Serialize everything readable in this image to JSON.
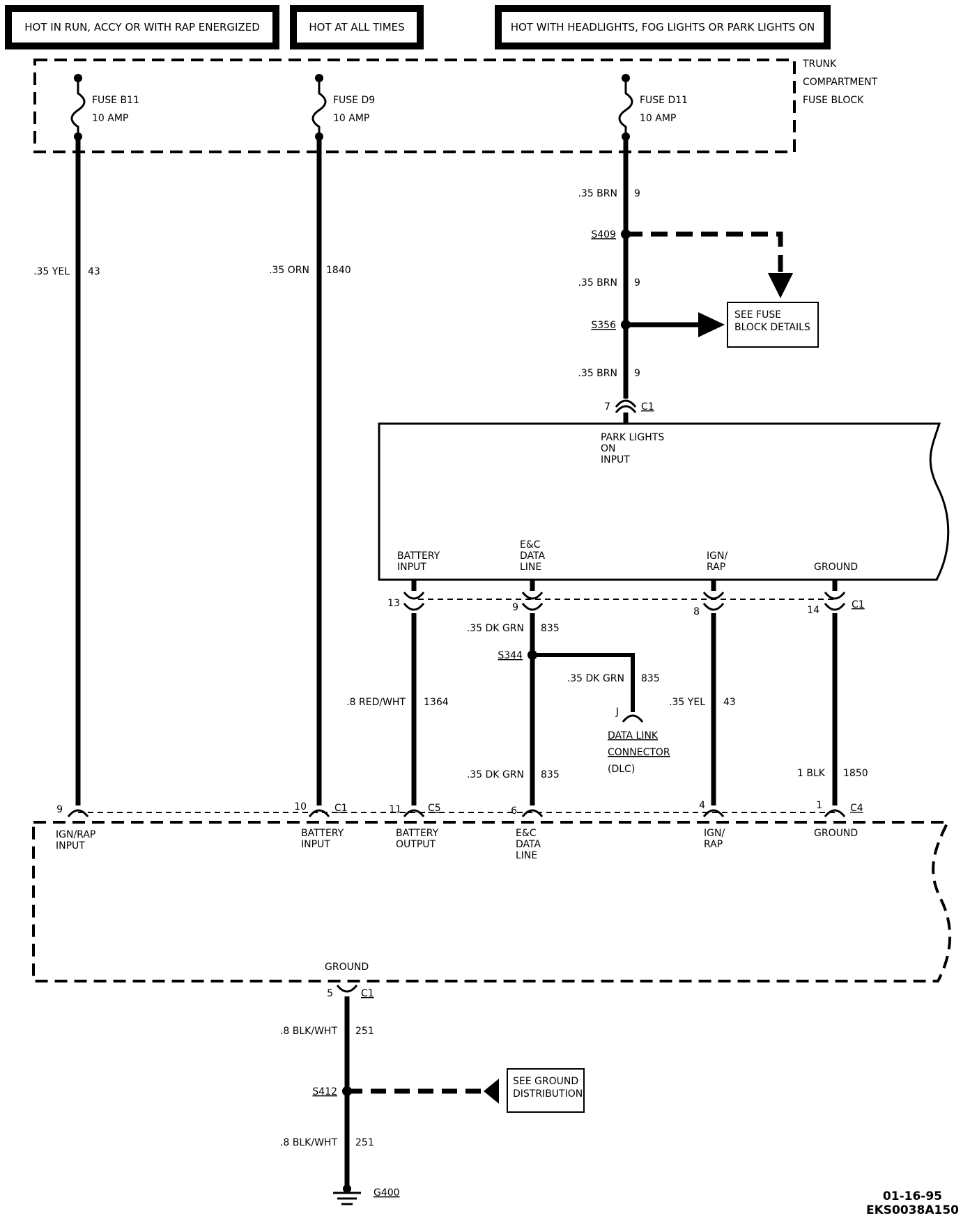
{
  "headers": {
    "ign_rap": "HOT IN RUN, ACCY OR WITH RAP ENERGIZED",
    "battery": "HOT AT ALL TIMES",
    "park": "HOT WITH HEADLIGHTS, FOG LIGHTS OR PARK LIGHTS ON"
  },
  "fuse_block": {
    "line1": "TRUNK",
    "line2": "COMPARTMENT",
    "line3": "FUSE BLOCK"
  },
  "fuses": [
    {
      "name": "FUSE B11",
      "rating": "10 AMP"
    },
    {
      "name": "FUSE D9",
      "rating": "10 AMP"
    },
    {
      "name": "FUSE D11",
      "rating": "10 AMP"
    }
  ],
  "wires": {
    "w1": {
      "gauge": ".35 YEL",
      "circuit": "43"
    },
    "w2": {
      "gauge": ".35 ORN",
      "circuit": "1840"
    },
    "brn_a": {
      "gauge": ".35 BRN",
      "circuit": "9"
    },
    "brn_b": {
      "gauge": ".35 BRN",
      "circuit": "9"
    },
    "brn_c": {
      "gauge": ".35 BRN",
      "circuit": "9"
    },
    "redwht": {
      "gauge": ".8 RED/WHT",
      "circuit": "1364"
    },
    "dkgrn_a": {
      "gauge": ".35 DK GRN",
      "circuit": "835"
    },
    "dkgrn_b": {
      "gauge": ".35 DK GRN",
      "circuit": "835"
    },
    "dkgrn_c": {
      "gauge": ".35 DK GRN",
      "circuit": "835"
    },
    "yel2": {
      "gauge": ".35 YEL",
      "circuit": "43"
    },
    "blk": {
      "gauge": "1 BLK",
      "circuit": "1850"
    },
    "blkwht_a": {
      "gauge": ".8 BLK/WHT",
      "circuit": "251"
    },
    "blkwht_b": {
      "gauge": ".8 BLK/WHT",
      "circuit": "251"
    }
  },
  "splices": {
    "s409": "S409",
    "s356": "S356",
    "s344": "S344",
    "s412": "S412"
  },
  "refs": {
    "fuse_details_1": "SEE FUSE",
    "fuse_details_2": "BLOCK DETAILS",
    "ground_dist_1": "SEE GROUND",
    "ground_dist_2": "DISTRIBUTION"
  },
  "upper_module": {
    "park_input": [
      "PARK LIGHTS",
      "ON",
      "INPUT"
    ],
    "battery_input": [
      "BATTERY",
      "INPUT"
    ],
    "ec_data": [
      "E&C",
      "DATA",
      "LINE"
    ],
    "ign_rap": [
      "IGN/",
      "RAP"
    ],
    "ground": "GROUND",
    "pins": {
      "park": "7",
      "battery": "13",
      "ec": "9",
      "ign": "8",
      "ground": "14"
    },
    "conn_top": "C1",
    "conn_bottom": "C1"
  },
  "dlc": {
    "pin": "J",
    "line1": "DATA LINK",
    "line2": "CONNECTOR",
    "line3": "(DLC)"
  },
  "lower_module": {
    "ign_rap": [
      "IGN/RAP",
      "INPUT"
    ],
    "battery_input": [
      "BATTERY",
      "INPUT"
    ],
    "battery_output": [
      "BATTERY",
      "OUTPUT"
    ],
    "ec_data": [
      "E&C",
      "DATA",
      "LINE"
    ],
    "ign_rap2": [
      "IGN/",
      "RAP"
    ],
    "ground": "GROUND",
    "ground_bottom": "GROUND",
    "pins": {
      "p9": "9",
      "p10": "10",
      "p11": "11",
      "p6": "6",
      "p4": "4",
      "p1": "1",
      "p5": "5"
    },
    "conns": {
      "c1": "C1",
      "c5": "C5",
      "c4": "C4",
      "c1_bottom": "C1"
    }
  },
  "ground_point": "G400",
  "stamp": {
    "date": "01-16-95",
    "code": "EKS0038A150"
  }
}
